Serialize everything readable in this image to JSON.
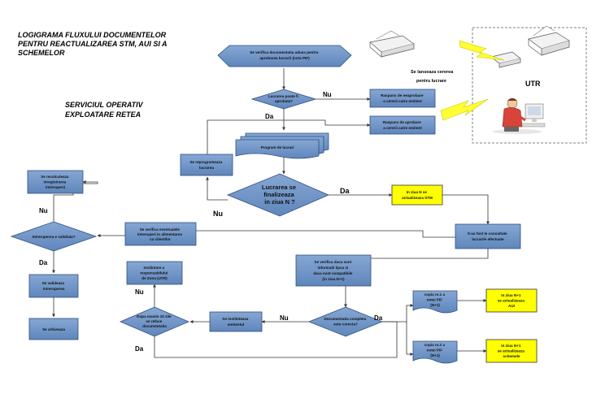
{
  "title": {
    "lines": [
      "LOGIGRAMA FLUXULUI DOCUMENTELOR",
      "PENTRU REACTUALIZAREA STM, AUI SI A",
      "SCHEMELOR"
    ]
  },
  "subtitle": {
    "lines": [
      "SERVICIUL OPERATIV",
      "EXPLOATARE RETEA"
    ]
  },
  "utr_label": "UTR",
  "request_note": {
    "lines": [
      "Se lanseaza cererea",
      "pentru lucrare"
    ]
  },
  "nodes": {
    "verify_request": [
      "Se verifica documentatia adusa pentru",
      "aprobarea lucrarii (nota PIF)"
    ],
    "work_approved": [
      "Lucrarea poate fi",
      "aprobata?"
    ],
    "negative_reply": [
      "Raspuns de neaprobare",
      "a cererii catre emitent"
    ],
    "positive_reply": [
      "Raspuns de aprobare",
      "a cererii catre emitent"
    ],
    "work_schedule": [
      "Program de lucrari"
    ],
    "reschedule": [
      "Se reprogrameaza",
      "lucrarea"
    ],
    "finalized_day_n": [
      "Lucrarea se",
      "finalizeaza",
      "in ziua N ?"
    ],
    "day_n_stm": [
      "In ziua N se",
      "actualizeaza STM"
    ],
    "check_changes": [
      "Se verifica eventualele",
      "intreruperi in alimentarea",
      "cu clientilor"
    ],
    "recalculate": [
      "Se recalculeaza",
      "inregistrarea",
      "intreruperii"
    ],
    "interruption_valid": [
      "Intreruperea e valid/ata?"
    ],
    "validate": [
      "Se valideaza",
      "intreruperea"
    ],
    "archive": [
      "Se arhiveaza"
    ],
    "consult_notes": [
      "Il-au fost le consultate",
      "lucrarile efectuate"
    ],
    "verify_info": [
      "Se verifica daca sunt",
      "informatii lipsa si",
      "daca sunt compatibile",
      "(in ziua N+1)"
    ],
    "notify_responsible": [
      "Instiintare a",
      "responsabilului",
      "de Zona (UTR)"
    ],
    "after_10_days": [
      "Dupa maxim 10 zile",
      "se reface",
      "documentatia"
    ],
    "notify_issuer": [
      "Se instiinteaza",
      "emitentul"
    ],
    "docs_complete": [
      "Documentatia completa",
      "este corecta?"
    ],
    "copy1": [
      "copia nr.1 a",
      "notei PIF",
      "(N+1)"
    ],
    "aui_update": [
      "In ziua N+1",
      "se actualizeaza",
      "AUI"
    ],
    "copy2": [
      "copia nr.2 a",
      "notei PIF",
      "(N+1)"
    ],
    "schemes_update": [
      "In ziua N+1",
      "se actualizeaza",
      "schemele"
    ]
  },
  "edge_labels": {
    "approved_no": "Nu",
    "approved_yes": "Da",
    "finalized_yes": "Da",
    "finalized_no": "Nu",
    "valid_no": "Nu",
    "valid_yes": "Da",
    "complete_no": "Nu",
    "complete_yes": "Da",
    "tenday_no": "Nu",
    "tenday_yes": "Da"
  },
  "colors": {
    "box_fill": "#6f94c4",
    "box_stroke": "#2f4f7f",
    "yellow_fill": "#ffff00",
    "line": "#333333",
    "bolt": "#ffff33",
    "dashed_border": "#808080"
  },
  "icons": [
    "printer-icon",
    "lightning-icon",
    "person-at-computer-icon"
  ]
}
